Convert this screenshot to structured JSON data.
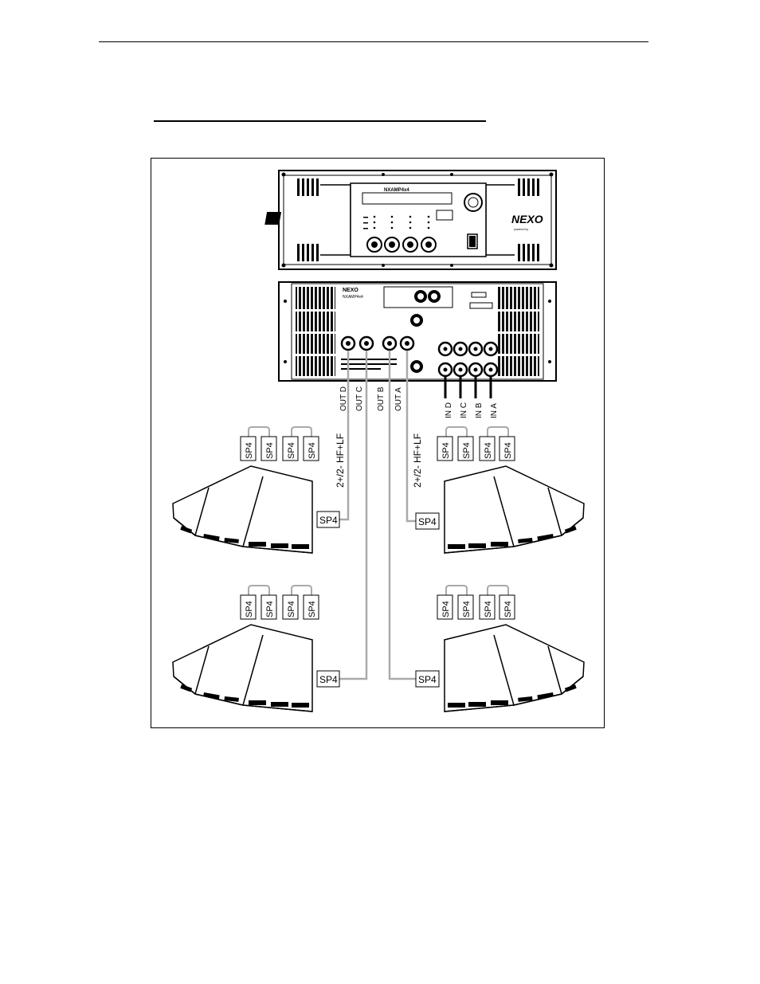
{
  "amplifier": {
    "front_display_text": "NXAMP4x4",
    "front_brand": "NEXO",
    "front_brand_sub": "powered by",
    "rear_brand": "NEXO",
    "rear_model": "NXAMP4x4",
    "output_channels": [
      "OUT D",
      "OUT C",
      "OUT B",
      "OUT A"
    ],
    "input_channels": [
      "IN D",
      "IN C",
      "IN B",
      "IN A"
    ]
  },
  "cable_labels": {
    "left": "2+/2- HF+LF",
    "right": "2+/2- HF+LF"
  },
  "connector_label": "SP4",
  "icons": [
    "amplifier-front-panel",
    "amplifier-rear-panel",
    "speakon-connector",
    "xlr-connector",
    "line-array-speaker"
  ]
}
